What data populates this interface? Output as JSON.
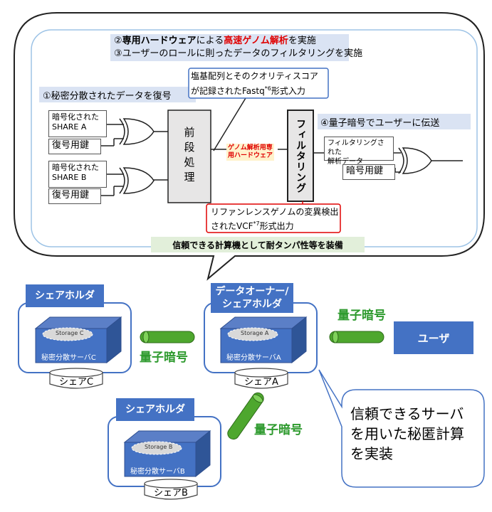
{
  "top_panel": {
    "line1_prefix": "②",
    "line1_bold": "専用ハードウェア",
    "line1_mid": "による",
    "line1_red": "高速ゲノム解析",
    "line1_suffix": "を実施",
    "line2": "③ユーザーのロールに則ったデータのフィルタリングを実施",
    "step1": "①秘密分散されたデータを復号",
    "fastq_line1": "塩基配列とそのクオリティスコア",
    "fastq_line2a": "が記録されたFastq",
    "fastq_sup": "*6",
    "fastq_line2b": "形式入力",
    "enc_a_line1": "暗号化された",
    "enc_a_line2": "SHARE A",
    "enc_b_line1": "暗号化された",
    "enc_b_line2": "SHARE B",
    "key_a": "復号用鍵",
    "key_b": "復号用鍵",
    "preprocess": "前段処理",
    "genome_hw_line1": "ゲノム解析用専",
    "genome_hw_line2": "用ハードウェア",
    "filtering": "フィルタリング",
    "step4": "④量子暗号でユーザーに伝送",
    "filtered_line1": "フィルタリングされた",
    "filtered_line2": "解析データ",
    "key_out": "暗号用鍵",
    "vcf_line1": "リファンレンスゲノムの変異検出",
    "vcf_line2a": "されたVCF",
    "vcf_sup": "*7",
    "vcf_line2b": "形式出力",
    "trust_banner": "信頼できる計算機として耐タンパ性等を装備"
  },
  "nodes": {
    "holder_c": {
      "header": "シェアホルダ",
      "storage": "Storage C",
      "server": "秘密分散サーバC",
      "share": "シェアC"
    },
    "owner_a": {
      "header_line1": "データオーナー/",
      "header_line2": "シェアホルダ",
      "storage": "Storage A",
      "server": "秘密分散サーバA",
      "share": "シェアA"
    },
    "holder_b": {
      "header": "シェアホルダ",
      "storage": "Storage B",
      "server": "秘密分散サーバB",
      "share": "シェアB"
    },
    "user": {
      "label": "ユーザ"
    }
  },
  "links": {
    "quantum_1": "量子暗号",
    "quantum_2": "量子暗号",
    "quantum_3": "量子暗号"
  },
  "callout": {
    "line1": "信頼できるサーバ",
    "line2": "を用いた秘匿計算",
    "line3": "を実装"
  },
  "colors": {
    "blue": "#4472c4",
    "green": "#2e9a2e",
    "red": "#e00000"
  }
}
